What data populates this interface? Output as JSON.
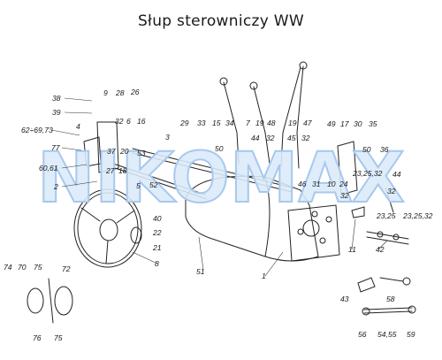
{
  "title": "Słup sterowniczy WW",
  "watermark": "NIKOMAX",
  "colors": {
    "ink": "#1a1a1a",
    "watermark_fill": "#dbeaf9",
    "watermark_stroke": "#a8c8ee"
  },
  "part_labels": [
    "38",
    "9",
    "28",
    "26",
    "39",
    "62÷69,73",
    "4",
    "77",
    "60,61",
    "2",
    "32",
    "6",
    "16",
    "37",
    "20",
    "27",
    "18",
    "3",
    "53",
    "5",
    "52",
    "40",
    "22",
    "21",
    "8",
    "29",
    "33",
    "15",
    "34",
    "7",
    "19",
    "48",
    "19",
    "47",
    "44",
    "32",
    "45",
    "32",
    "50",
    "49",
    "17",
    "30",
    "35",
    "50",
    "36",
    "23,25,32",
    "46",
    "31",
    "10",
    "24",
    "44",
    "32",
    "32",
    "23,25",
    "23,25,32",
    "11",
    "42",
    "51",
    "1",
    "74",
    "70",
    "75",
    "72",
    "76",
    "75",
    "43",
    "58",
    "56",
    "54,55",
    "59"
  ]
}
